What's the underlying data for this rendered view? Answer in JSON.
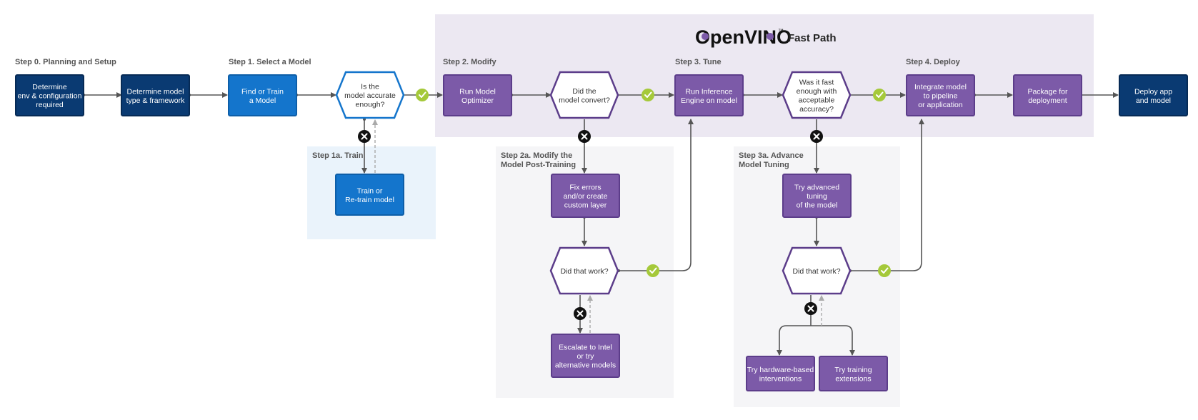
{
  "colors": {
    "navy": "#0a3a72",
    "blue": "#1475cc",
    "purple": "#7c5aa8",
    "purple_border": "#5c3d8a",
    "check_green": "#a5c93a",
    "x_black": "#111111",
    "fastpath_bg": "#ece8f2",
    "train_bg": "#eaf3fb",
    "sub_bg": "#f5f5f7"
  },
  "header": {
    "logo_open": "Open",
    "logo_vino": "VINO",
    "logo_tm": "™",
    "fast_path": "Fast Path"
  },
  "steps": {
    "s0": "Step 0. Planning and Setup",
    "s1": "Step 1. Select a Model",
    "s1a": "Step 1a. Train",
    "s2": "Step 2. Modify",
    "s2a_line1": "Step 2a. Modify the",
    "s2a_line2": "Model Post-Training",
    "s3": "Step 3. Tune",
    "s3a_line1": "Step 3a. Advance",
    "s3a_line2": "Model Tuning",
    "s4": "Step 4. Deploy"
  },
  "boxes": {
    "determine_env": [
      "Determine",
      "env & configuration",
      "required"
    ],
    "determine_model": [
      "Determine model",
      "type & framework"
    ],
    "find_train": [
      "Find or Train",
      "a Model"
    ],
    "train_retrain": [
      "Train or",
      "Re-train model"
    ],
    "run_optimizer": [
      "Run Model",
      "Optimizer"
    ],
    "fix_errors": [
      "Fix errors",
      "and/or create",
      "custom layer"
    ],
    "escalate": [
      "Escalate to Intel",
      "or try",
      "alternative models"
    ],
    "run_inference": [
      "Run Inference",
      "Engine on model"
    ],
    "advanced_tuning": [
      "Try advanced",
      "tuning",
      "of the model"
    ],
    "hw_interventions": [
      "Try hardware-based",
      "interventions"
    ],
    "training_ext": [
      "Try training",
      "extensions"
    ],
    "integrate": [
      "Integrate model",
      "to pipeline",
      "or application"
    ],
    "package": [
      "Package for",
      "deployment"
    ],
    "deploy": [
      "Deploy app",
      "and model"
    ]
  },
  "decisions": {
    "accurate": [
      "Is the",
      "model accurate",
      "enough?"
    ],
    "convert": [
      "Did the",
      "model convert?"
    ],
    "work_2a": [
      "Did that work?"
    ],
    "fast": [
      "Was it fast",
      "enough with",
      "acceptable",
      "accuracy?"
    ],
    "work_3a": [
      "Did that work?"
    ]
  },
  "icons": {
    "check": "check-icon",
    "cross": "x-icon"
  }
}
